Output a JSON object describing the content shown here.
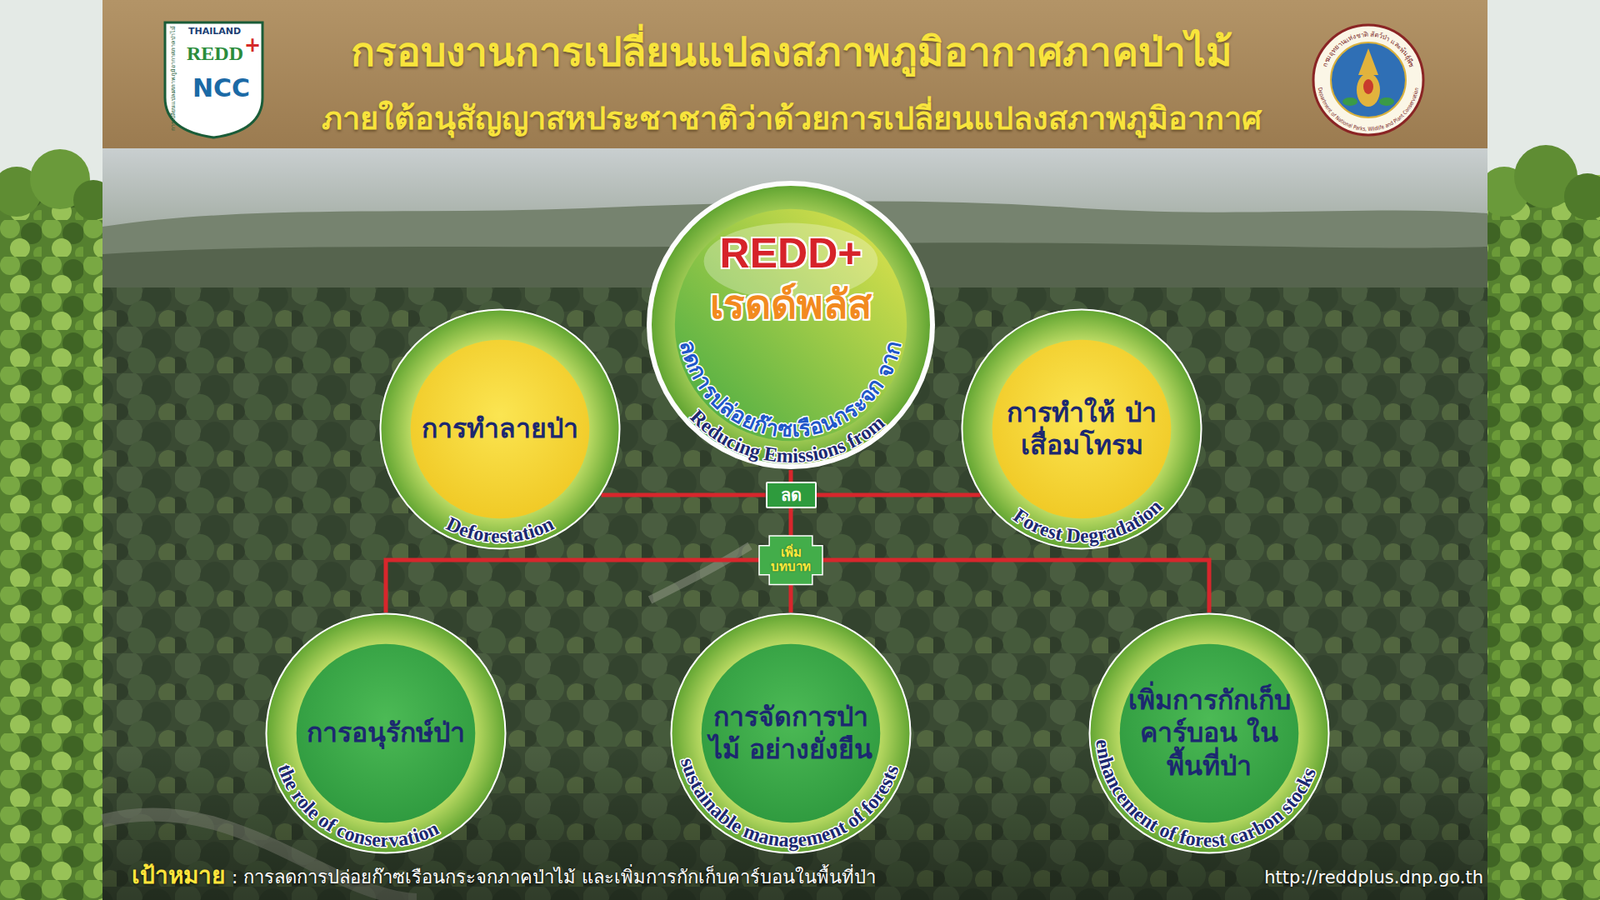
{
  "diagram": {
    "title": "กรอบงานการเปลี่ยนแปลงสภาพภูมิอากาศภาคป่าไม้",
    "nodes": [
      {
        "text": [
          "REDD+",
          "เรดด์พลัส",
          "ลดการปล่อยก๊าซเรือนกระจก จาก",
          "Reducing Emissions from"
        ]
      },
      {
        "text": [
          "ลด"
        ]
      },
      {
        "text": [
          "การทำลายป่า",
          "Deforestation"
        ]
      },
      {
        "text": [
          "การทำให้ ป่าเสื่อมโทรม",
          "Forest Degradation"
        ]
      },
      {
        "text": [
          "เพิ่ม บทบาท"
        ]
      },
      {
        "text": [
          "การอนุรักษ์ป่า",
          "the role of conservation"
        ]
      },
      {
        "text": [
          "การจัดการป่าไม้ อย่างยั่งยืน",
          "sustainable management of forests"
        ]
      },
      {
        "text": [
          "เพิ่มการกักเก็บ คาร์บอน ในพื้นที่ป่า",
          "enhancement of forest carbon stocks"
        ]
      }
    ],
    "edges": [
      {
        "from": 0,
        "to": 1,
        "arrow": "none"
      },
      {
        "from": 1,
        "to": 2,
        "arrow": "none"
      },
      {
        "from": 1,
        "to": 3,
        "arrow": "none"
      },
      {
        "from": 1,
        "to": 4,
        "arrow": "none"
      },
      {
        "from": 4,
        "to": 5,
        "arrow": "none"
      },
      {
        "from": 4,
        "to": 6,
        "arrow": "none"
      },
      {
        "from": 4,
        "to": 7,
        "arrow": "none"
      }
    ],
    "labels": [
      "ภายใต้อนุสัญญาสหประชาชาติว่าด้วยการเปลี่ยนแปลงสภาพภูมิอากาศ",
      "THAILAND",
      "REDD",
      "+",
      "NCC",
      "การเปลี่ยนแปลงสภาพภูมิอากาศภาคป่าไม้",
      "กรมอุทยานแห่งชาติ สัตว์ป่า และพันธุ์พืช",
      "Department of National Parks, Wildlife and Plant Conservation",
      "เป้าหมาย",
      ": การลดการปล่อยก๊าซเรือนกระจกภาคป่าไม้ และเพิ่มการกักเก็บคาร์บอนในพื้นที่ป่า",
      "http://reddplus.dnp.go.th"
    ]
  }
}
